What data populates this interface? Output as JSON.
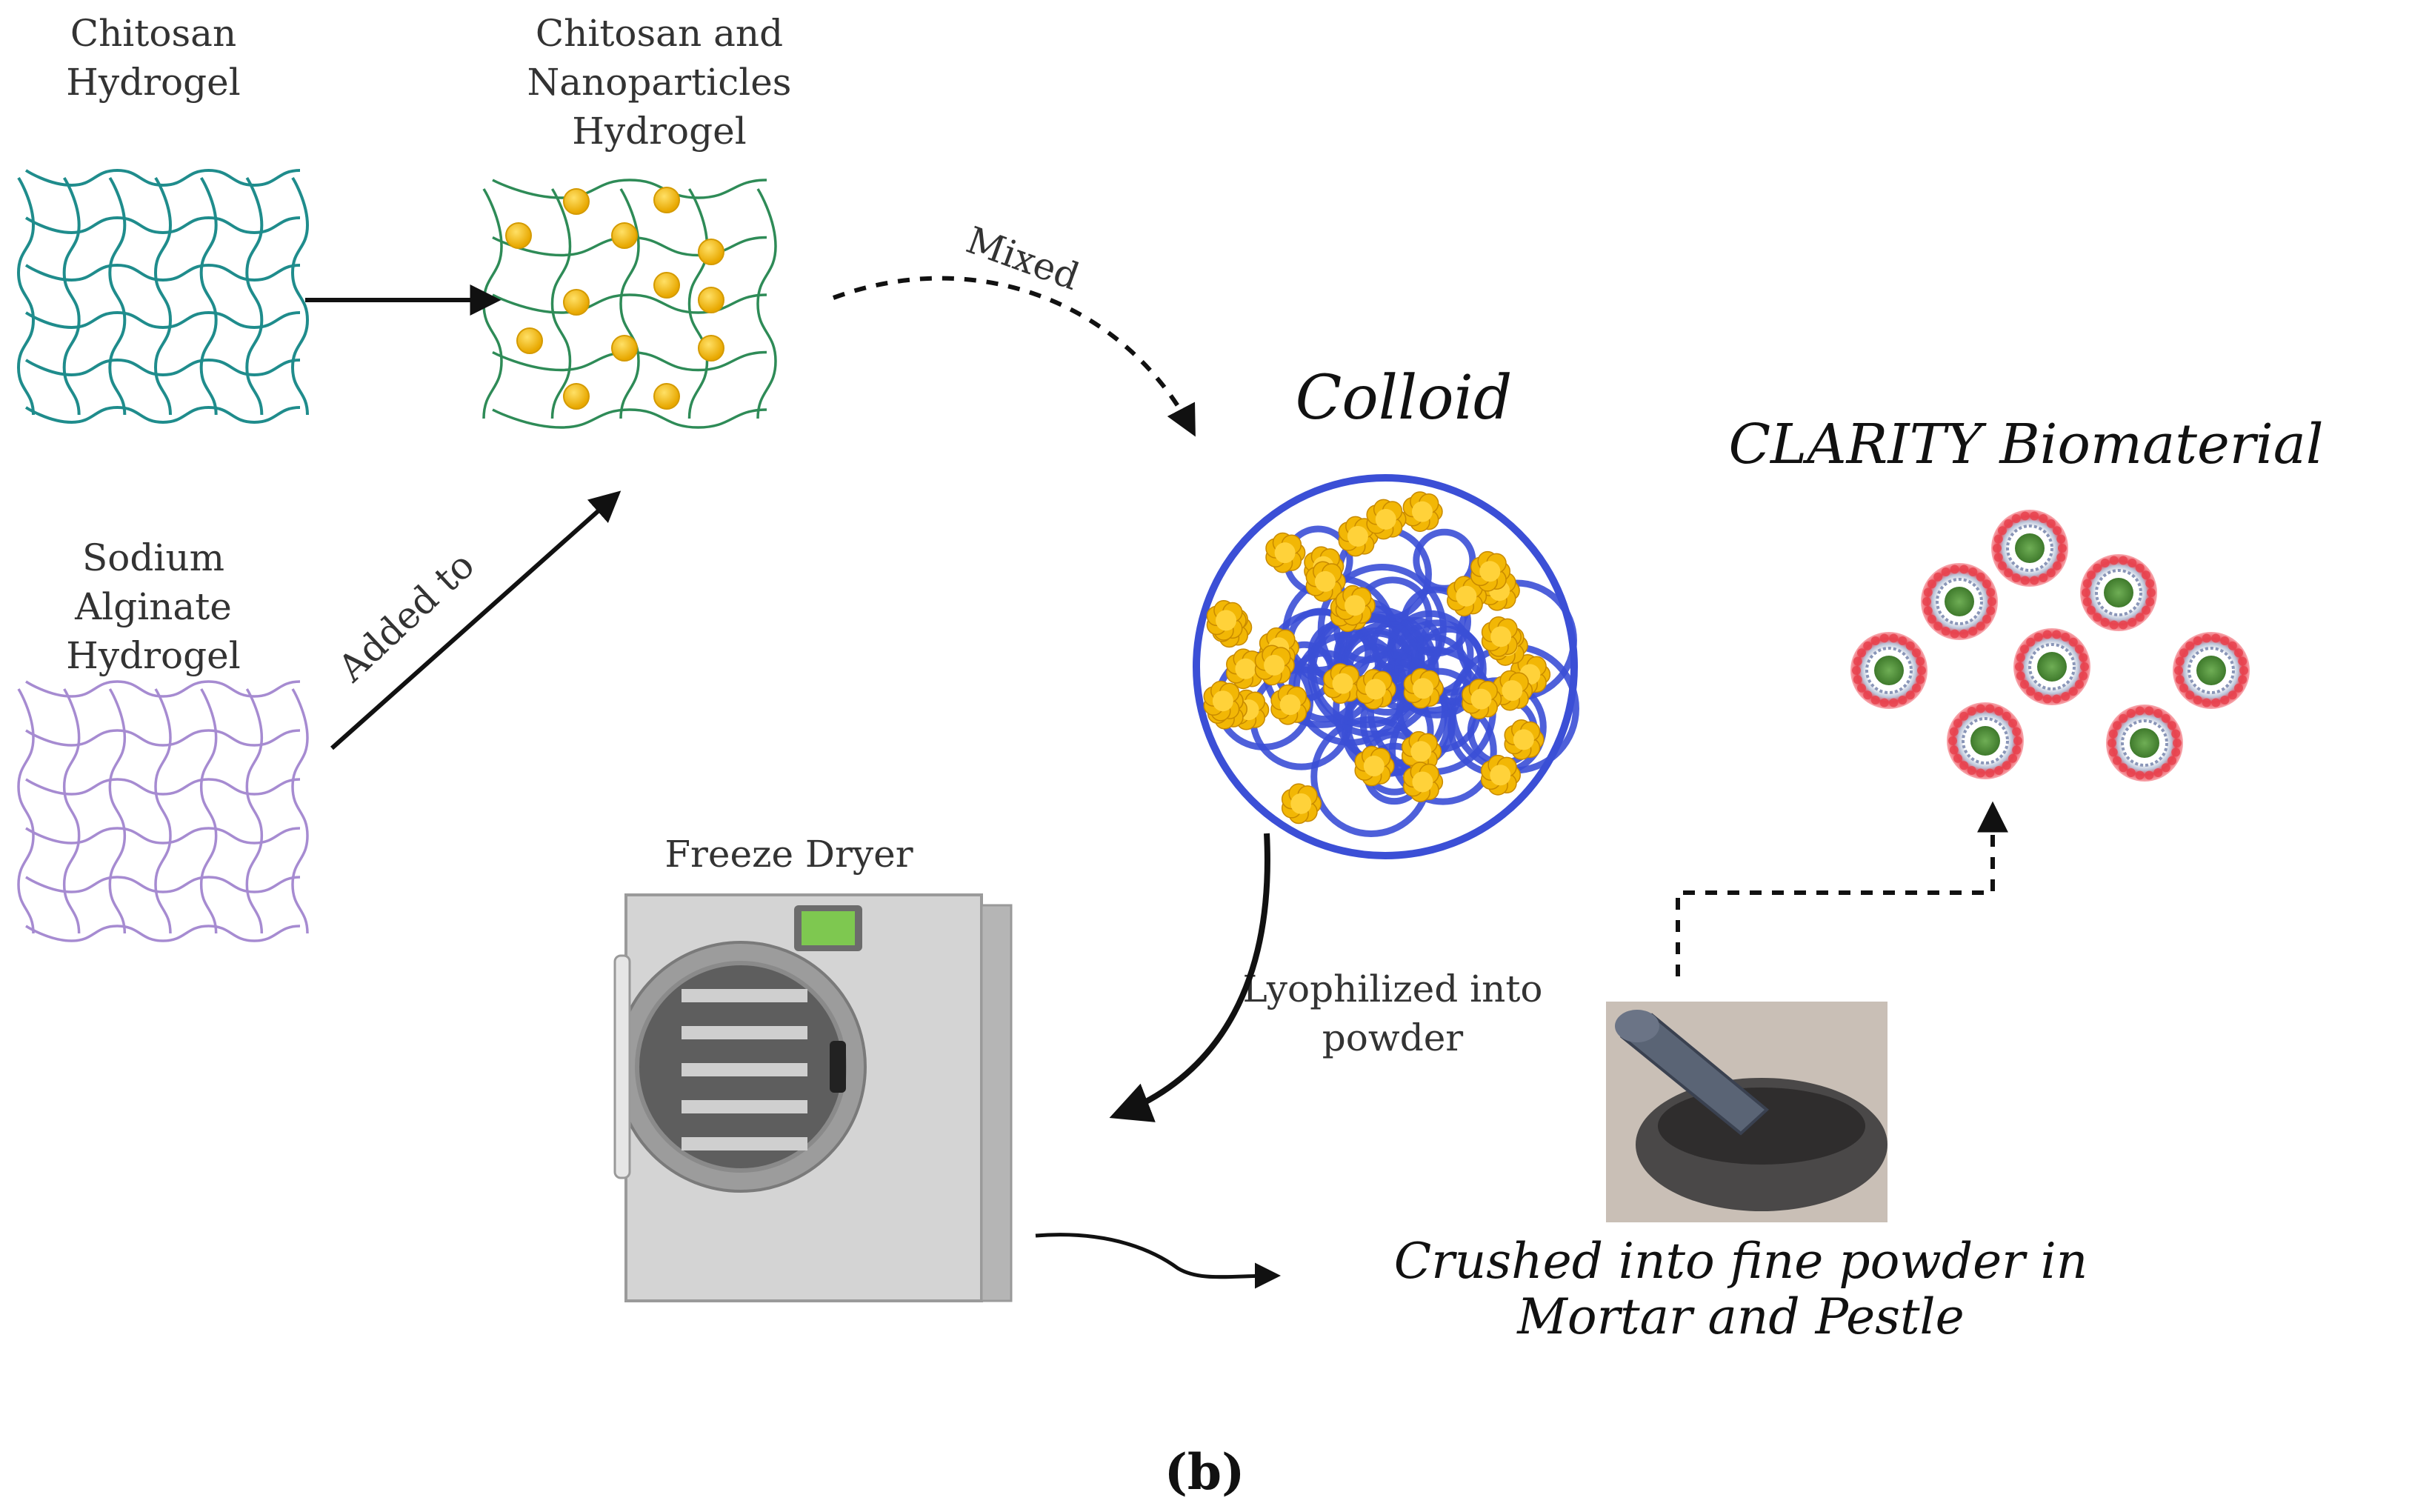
{
  "labels": {
    "chitosan_hydrogel": [
      "Chitosan",
      "Hydrogel"
    ],
    "chitosan_np_hydrogel": [
      "Chitosan and",
      "Nanoparticles",
      "Hydrogel"
    ],
    "sodium_alginate_hydrogel": [
      "Sodium",
      "Alginate",
      "Hydrogel"
    ],
    "added_to": "Added to",
    "mixed": "Mixed",
    "colloid": "Colloid",
    "clarity": "CLARITY Biomaterial",
    "freeze_dryer": "Freeze Dryer",
    "lyophilized": [
      "Lyophilized into",
      "powder"
    ],
    "crushed": [
      "Crushed into fine powder in",
      "Mortar and Pestle"
    ],
    "panel": "(b)"
  },
  "colors": {
    "chitosan_mesh": "#1f8c8c",
    "np_mesh": "#2e8b57",
    "nanoparticle": "#f5c518",
    "alginate_mesh": "#a68bd1",
    "colloid_strand": "#3b4fd6",
    "clarity_shell": "#e8434f",
    "clarity_core": "#4f8a3a"
  }
}
